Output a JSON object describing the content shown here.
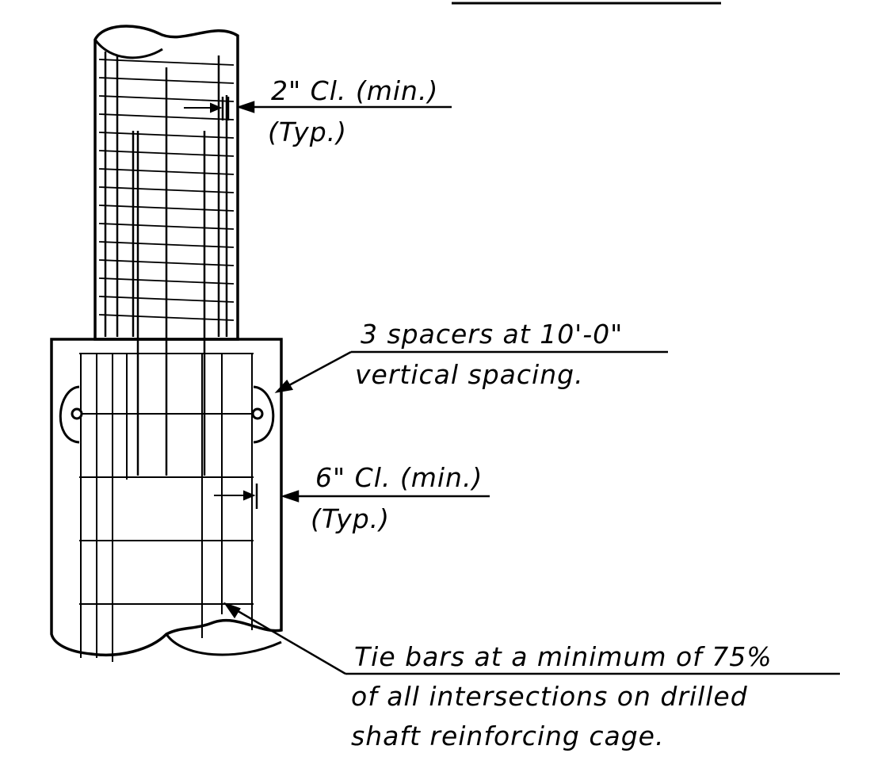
{
  "notes": {
    "top_clearance": {
      "line1": "2\" Cl. (min.)",
      "line2": "(Typ.)"
    },
    "spacers": {
      "line1": "3  spacers at 10'-0\"",
      "line2": "vertical spacing."
    },
    "bottom_clearance": {
      "line1": "6\" Cl. (min.)",
      "line2": "(Typ.)"
    },
    "tie_bars": {
      "line1": "Tie bars at a minimum of 75%",
      "line2": "of all intersections on drilled",
      "line3": "shaft reinforcing cage."
    }
  },
  "colors": {
    "ink": "#000000",
    "paper": "#ffffff"
  }
}
